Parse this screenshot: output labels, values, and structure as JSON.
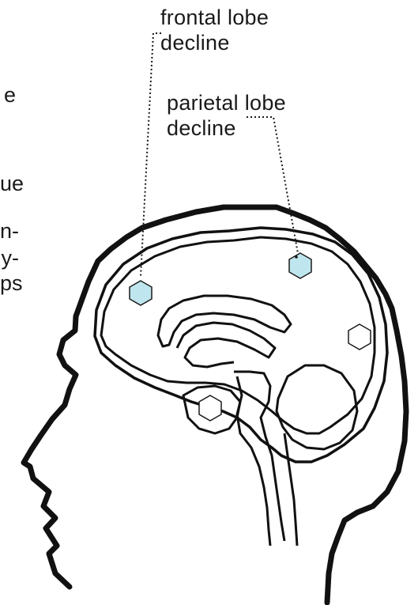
{
  "labels": {
    "frontal": {
      "line1": "frontal lobe",
      "line2": "decline"
    },
    "parietal": {
      "line1": "parietal lobe",
      "line2": "decline"
    }
  },
  "left_fragments": [
    "e",
    "ue",
    "n-",
    "y-",
    "ps"
  ],
  "colors": {
    "outline": "#111111",
    "highlight_fill": "#bfe6ee",
    "marker_stroke": "#1a1a1a",
    "leader": "#1a1a1a"
  },
  "icons": {
    "marker": "hexagon-icon"
  }
}
